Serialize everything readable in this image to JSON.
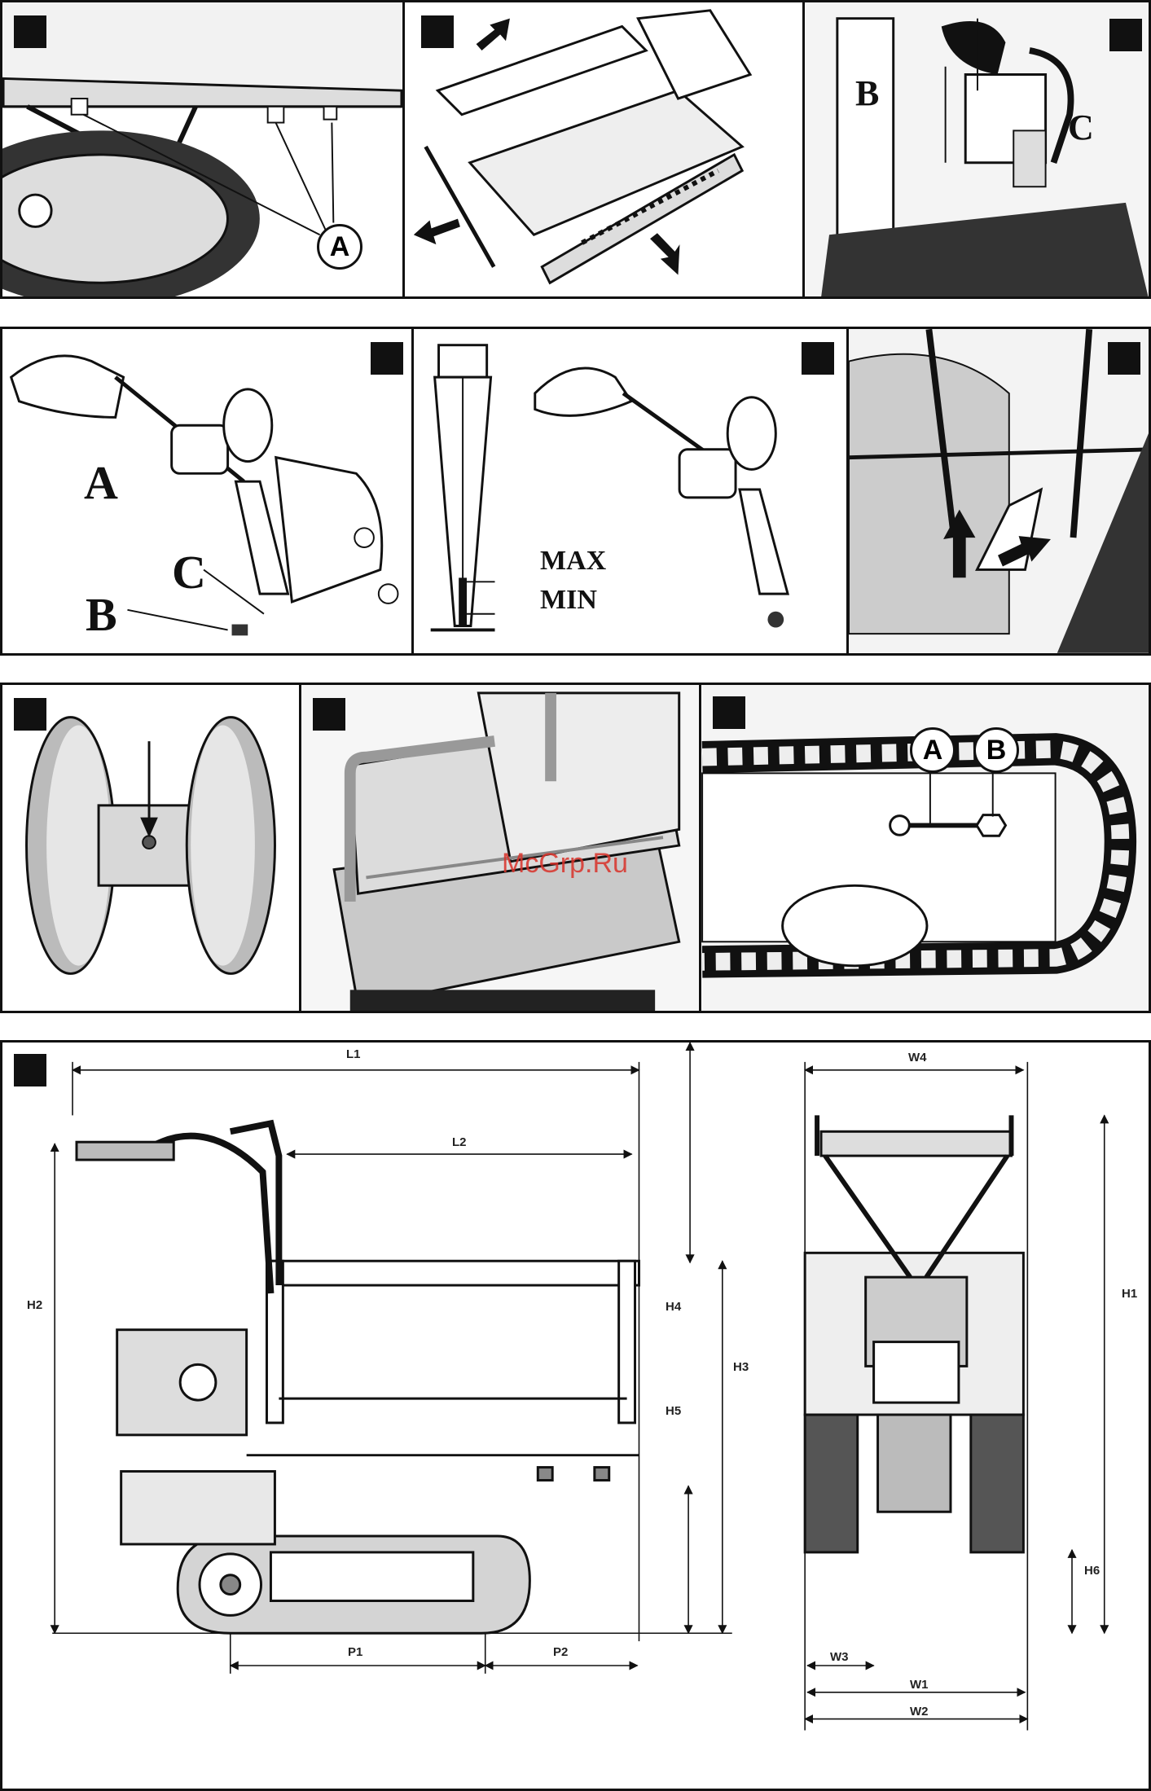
{
  "panels": {
    "p1": {
      "label_a": "A"
    },
    "p3": {
      "label_b": "B",
      "label_c": "C"
    },
    "p4": {
      "label_a": "A",
      "label_b": "B",
      "label_c": "C"
    },
    "p5": {
      "max_label": "MAX",
      "min_label": "MIN"
    },
    "p9": {
      "label_a": "A",
      "label_b": "B"
    },
    "p10": {
      "dimensions": {
        "L1": "L1",
        "L2": "L2",
        "H1": "H1",
        "H2": "H2",
        "H3": "H3",
        "H4": "H4",
        "H5": "H5",
        "H6": "H6",
        "P1": "P1",
        "P2": "P2",
        "W1": "W1",
        "W2": "W2",
        "W3": "W3",
        "W4": "W4"
      }
    }
  },
  "watermark": "McGrp.Ru",
  "colors": {
    "ink": "#111111",
    "watermark": "#d9322a"
  }
}
